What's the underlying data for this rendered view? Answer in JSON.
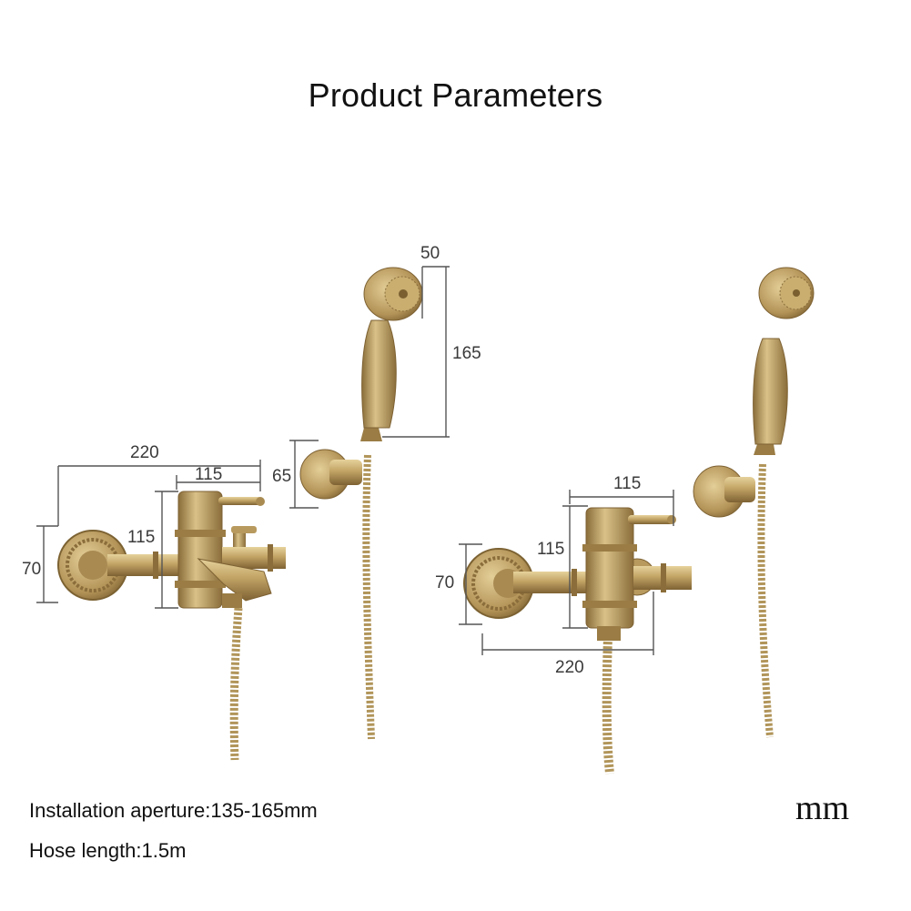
{
  "title": "Product Parameters",
  "specs": {
    "installation_aperture": "Installation aperture:135-165mm",
    "hose_length": "Hose length:1.5m"
  },
  "unit": "mm",
  "dimensions": {
    "left_set": {
      "overall_width": "220",
      "body_width": "115",
      "body_height": "115",
      "flange_height": "70",
      "holder_height": "65",
      "head_diameter": "50",
      "handset_length": "165"
    },
    "right_set": {
      "body_width": "115",
      "body_height": "115",
      "flange_height": "70",
      "overall_width": "220"
    }
  },
  "colors": {
    "brass_light": "#d8bf85",
    "brass_mid": "#b89a5e",
    "brass_dark": "#8a6d3a",
    "dimension_line": "#555555"
  }
}
